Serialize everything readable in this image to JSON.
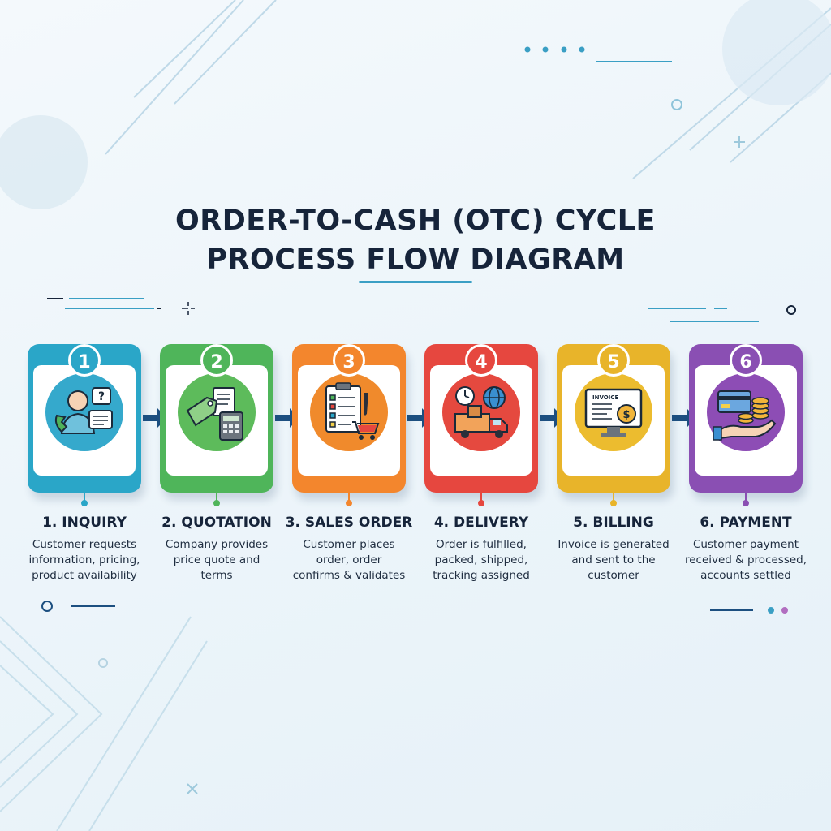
{
  "title": {
    "line1": "ORDER-TO-CASH (OTC) CYCLE",
    "line2": "PROCESS FLOW DIAGRAM"
  },
  "steps": [
    {
      "number": "1",
      "label": "1. INQUIRY",
      "desc": [
        "Customer requests",
        "information, pricing,",
        "product availability"
      ],
      "icon": "customer-support-icon",
      "color": "#2aa6c8",
      "circle": "#35a9cc"
    },
    {
      "number": "2",
      "label": "2. QUOTATION",
      "desc": [
        "Company provides",
        "price quote and",
        "terms"
      ],
      "icon": "quote-calculator-icon",
      "color": "#4fb55a",
      "circle": "#5dbb5b"
    },
    {
      "number": "3",
      "label": "3. SALES ORDER",
      "desc": [
        "Customer places",
        "order, order",
        "confirms & validates"
      ],
      "icon": "order-checklist-icon",
      "color": "#f3862d",
      "circle": "#f08a2c"
    },
    {
      "number": "4",
      "label": "4. DELIVERY",
      "desc": [
        "Order is fulfilled,",
        "packed, shipped,",
        "tracking assigned"
      ],
      "icon": "delivery-truck-icon",
      "color": "#e6473f",
      "circle": "#e5493f"
    },
    {
      "number": "5",
      "label": "5. BILLING",
      "desc": [
        "Invoice is generated",
        "and sent to the",
        "customer"
      ],
      "icon": "invoice-monitor-icon",
      "icon_text": "INVOICE",
      "color": "#e8b42a",
      "circle": "#ecbc2f"
    },
    {
      "number": "6",
      "label": "6. PAYMENT",
      "desc": [
        "Customer payment",
        "received & processed,",
        "accounts settled"
      ],
      "icon": "payment-coins-icon",
      "color": "#8a4fb3",
      "circle": "#8d4db5"
    }
  ],
  "colors": {
    "title": "#16243a",
    "arrow": "#1c4f80",
    "accent": "#3a9fc4"
  }
}
